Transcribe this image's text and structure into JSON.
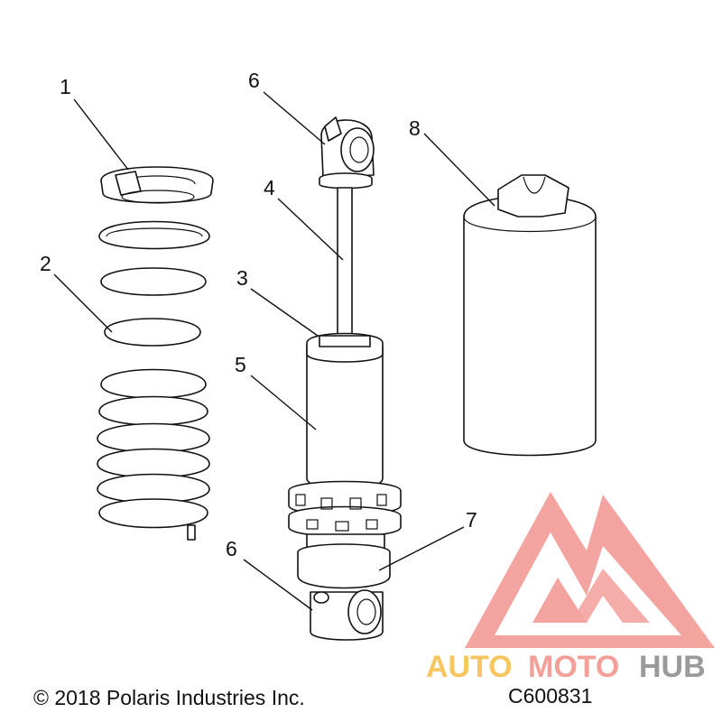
{
  "callouts": [
    {
      "num": "1"
    },
    {
      "num": "2"
    },
    {
      "num": "3"
    },
    {
      "num": "4"
    },
    {
      "num": "5"
    },
    {
      "num": "6"
    },
    {
      "num": "6"
    },
    {
      "num": "7"
    },
    {
      "num": "8"
    }
  ],
  "footer": {
    "copyright": "© 2018 Polaris Industries Inc.",
    "part_code": "C600831"
  },
  "watermark": {
    "text_auto": "AUTO",
    "text_moto": "MOTO",
    "text_hub": "HUB",
    "colors": {
      "auto": "#f7c65f",
      "moto": "#f3a09b",
      "hub": "#9a9a9a",
      "logo": "#f3a09b"
    }
  }
}
